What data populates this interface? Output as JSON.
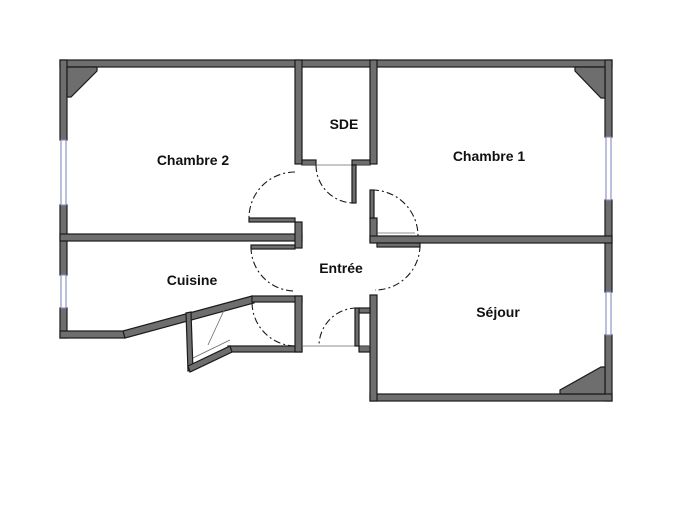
{
  "rooms": {
    "chambre2": "Chambre 2",
    "sde": "SDE",
    "chambre1": "Chambre 1",
    "cuisine": "Cuisine",
    "entree": "Entrée",
    "sejour": "Séjour"
  },
  "colors": {
    "wall_fill": "#6e6e6e",
    "wall_stroke": "#1a1a1a",
    "window": "#8f94c9",
    "background": "#ffffff"
  }
}
